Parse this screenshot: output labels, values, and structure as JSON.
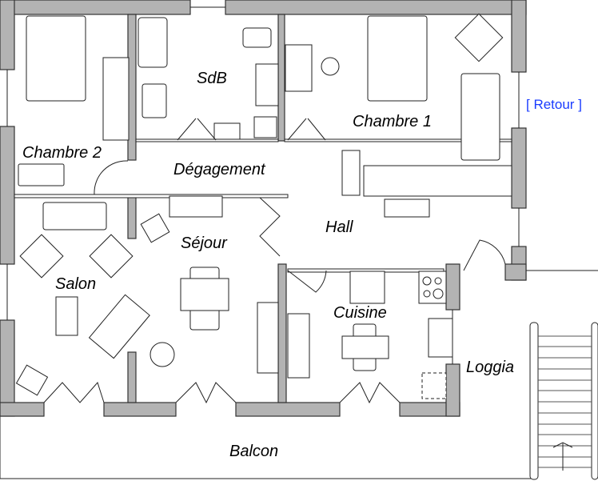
{
  "rooms": {
    "chambre2": "Chambre 2",
    "sdb": "SdB",
    "chambre1": "Chambre 1",
    "degagement": "Dégagement",
    "hall": "Hall",
    "sejour": "Séjour",
    "salon": "Salon",
    "cuisine": "Cuisine",
    "loggia": "Loggia",
    "balcon": "Balcon"
  },
  "nav": {
    "retour": "[ Retour ]"
  },
  "colors": {
    "wall": "#b3b3b3",
    "link": "#1a3cff"
  }
}
